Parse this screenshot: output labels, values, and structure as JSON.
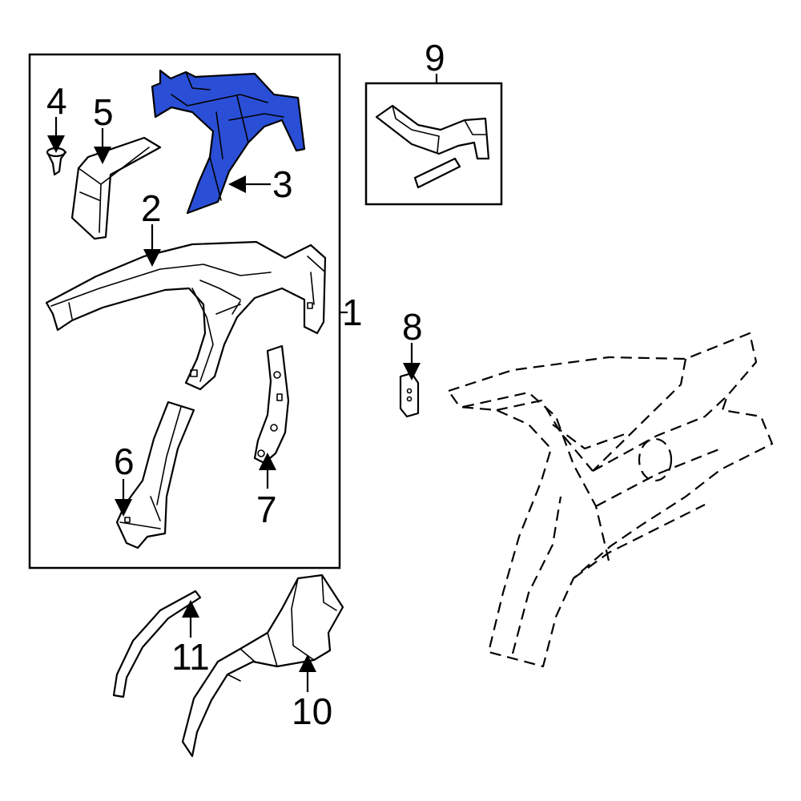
{
  "diagram": {
    "highlight_color": "#2a4fd6",
    "labels": {
      "p1": "1",
      "p2": "2",
      "p3": "3",
      "p4": "4",
      "p5": "5",
      "p6": "6",
      "p7": "7",
      "p8": "8",
      "p9": "9",
      "p10": "10",
      "p11": "11"
    }
  }
}
